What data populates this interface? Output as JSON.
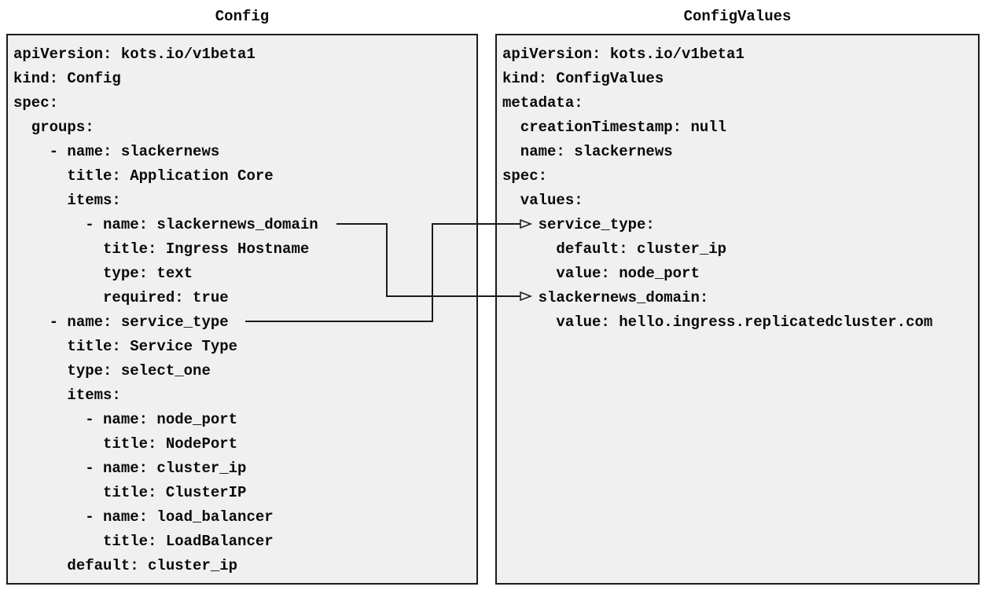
{
  "diagram": {
    "left_panel": {
      "title": "Config",
      "lines": [
        "apiVersion: kots.io/v1beta1",
        "kind: Config",
        "spec:",
        "  groups:",
        "    - name: slackernews",
        "      title: Application Core",
        "      items:",
        "        - name: slackernews_domain",
        "          title: Ingress Hostname",
        "          type: text",
        "          required: true",
        "    - name: service_type",
        "      title: Service Type",
        "      type: select_one",
        "      items:",
        "        - name: node_port",
        "          title: NodePort",
        "        - name: cluster_ip",
        "          title: ClusterIP",
        "        - name: load_balancer",
        "          title: LoadBalancer",
        "      default: cluster_ip"
      ]
    },
    "right_panel": {
      "title": "ConfigValues",
      "lines": [
        "apiVersion: kots.io/v1beta1",
        "kind: ConfigValues",
        "metadata:",
        "  creationTimestamp: null",
        "  name: slackernews",
        "spec:",
        "  values:",
        "    service_type:",
        "      default: cluster_ip",
        "      value: node_port",
        "    slackernews_domain:",
        "      value: hello.ingress.replicatedcluster.com"
      ]
    },
    "connections": [
      {
        "from": "slackernews_domain",
        "to": "slackernews_domain"
      },
      {
        "from": "service_type",
        "to": "service_type"
      }
    ],
    "colors": {
      "page_background": "#ffffff",
      "panel_background": "#f0f0f0",
      "panel_border": "#1b1b1b",
      "text": "#0a0a0a",
      "connector": "#1b1b1b"
    }
  }
}
